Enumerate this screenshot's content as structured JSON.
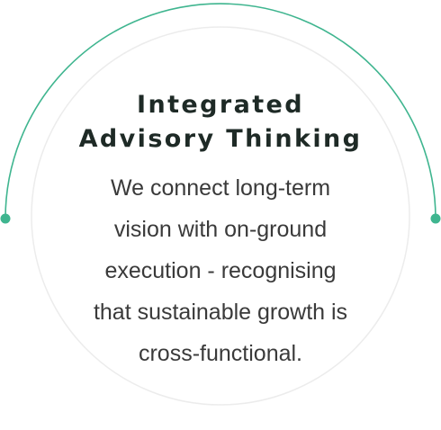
{
  "card": {
    "title_lines": [
      "Integrated",
      "Advisory Thinking"
    ],
    "body_lines": [
      "We connect long-term",
      "vision with on-ground",
      "execution - recognising",
      "that sustainable growth is",
      "cross-functional."
    ]
  },
  "colors": {
    "accent": "#3fb58f",
    "inner_circle": "#ececec",
    "title": "#1e2a26",
    "body": "#3a3a3a",
    "background": "#ffffff"
  }
}
